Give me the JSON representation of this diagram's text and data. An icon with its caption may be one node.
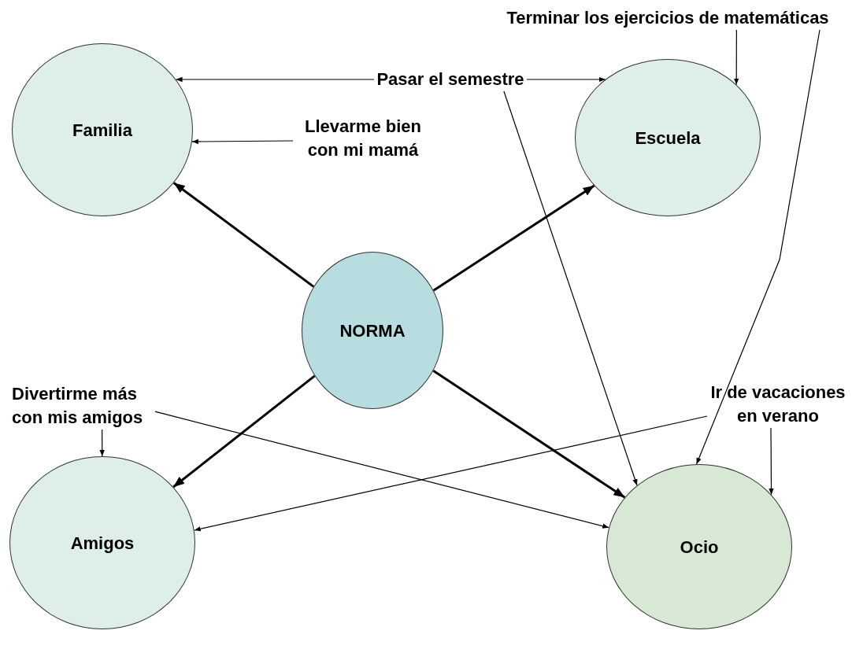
{
  "diagram": {
    "nodes": [
      {
        "text": [
          "Familia"
        ]
      },
      {
        "text": [
          "Escuela"
        ]
      },
      {
        "text": [
          "NORMA"
        ]
      },
      {
        "text": [
          "Amigos"
        ]
      },
      {
        "text": [
          "Ocio"
        ]
      },
      {
        "text": [
          "Terminar los ejercicios de matemáticas"
        ]
      },
      {
        "text": [
          "Pasar el semestre"
        ]
      },
      {
        "text": [
          "Llevarme bien con mi mamá"
        ]
      },
      {
        "text": [
          "Divertirme más con mis amigos"
        ]
      },
      {
        "text": [
          "Ir de vacaciones en verano"
        ]
      }
    ],
    "edges": [
      {
        "from": 2,
        "to": 0,
        "arrow": "to",
        "style": "thick"
      },
      {
        "from": 2,
        "to": 1,
        "arrow": "to",
        "style": "thick"
      },
      {
        "from": 2,
        "to": 3,
        "arrow": "to",
        "style": "thick"
      },
      {
        "from": 2,
        "to": 4,
        "arrow": "to",
        "style": "thick"
      },
      {
        "from": 5,
        "to": 1,
        "arrow": "to"
      },
      {
        "from": 5,
        "to": 4,
        "arrow": "to"
      },
      {
        "from": 6,
        "to": 0,
        "arrow": "to"
      },
      {
        "from": 6,
        "to": 1,
        "arrow": "to"
      },
      {
        "from": 6,
        "to": 4,
        "arrow": "to"
      },
      {
        "from": 7,
        "to": 0,
        "arrow": "to"
      },
      {
        "from": 8,
        "to": 3,
        "arrow": "to"
      },
      {
        "from": 8,
        "to": 4,
        "arrow": "to"
      },
      {
        "from": 9,
        "to": 3,
        "arrow": "to"
      },
      {
        "from": 9,
        "to": 4,
        "arrow": "to"
      }
    ]
  }
}
